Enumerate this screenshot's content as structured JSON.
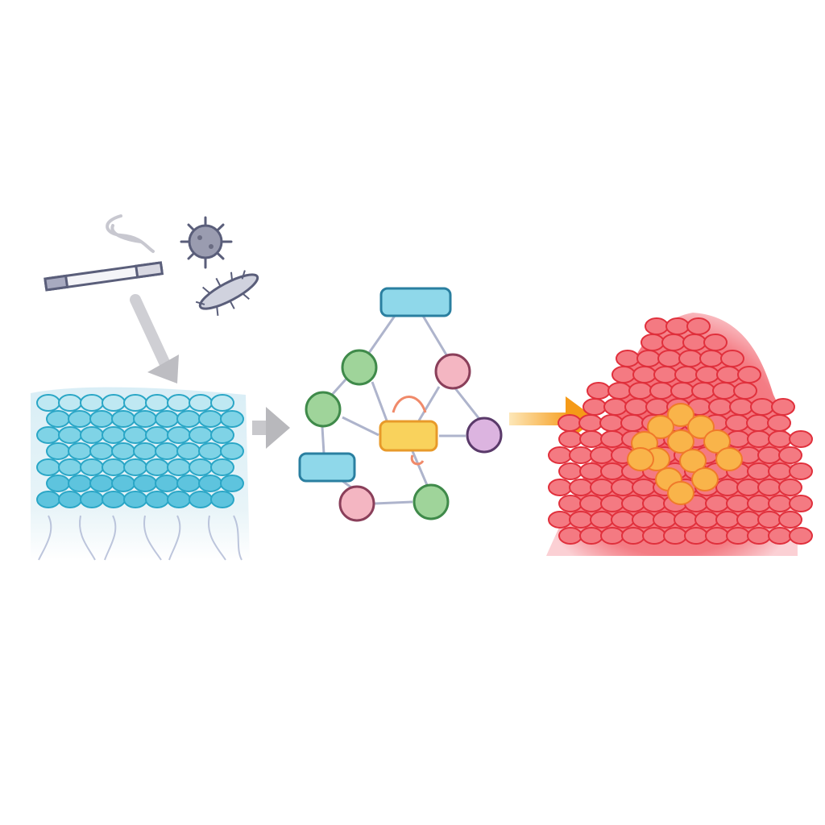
{
  "colors": {
    "background": "#ffffff",
    "healthy_cell": "#7fd3e6",
    "healthy_cell_edge": "#2aa6c6",
    "arrow_grey": "#c4c4c8",
    "arrow_orange": "#f5a020",
    "node_blue": "#8fd8ea",
    "node_green": "#9fd49a",
    "node_pink": "#f4b6c2",
    "node_purple": "#dcb4e0",
    "node_yellow": "#f9d25c",
    "tumor_red": "#f05a64",
    "tumor_core": "#f9b44a"
  },
  "icons": [
    "cigarette-icon",
    "smoke-icon",
    "virus-icon",
    "bacterium-icon",
    "epithelium-tissue",
    "signaling-network",
    "tumor-mass"
  ]
}
